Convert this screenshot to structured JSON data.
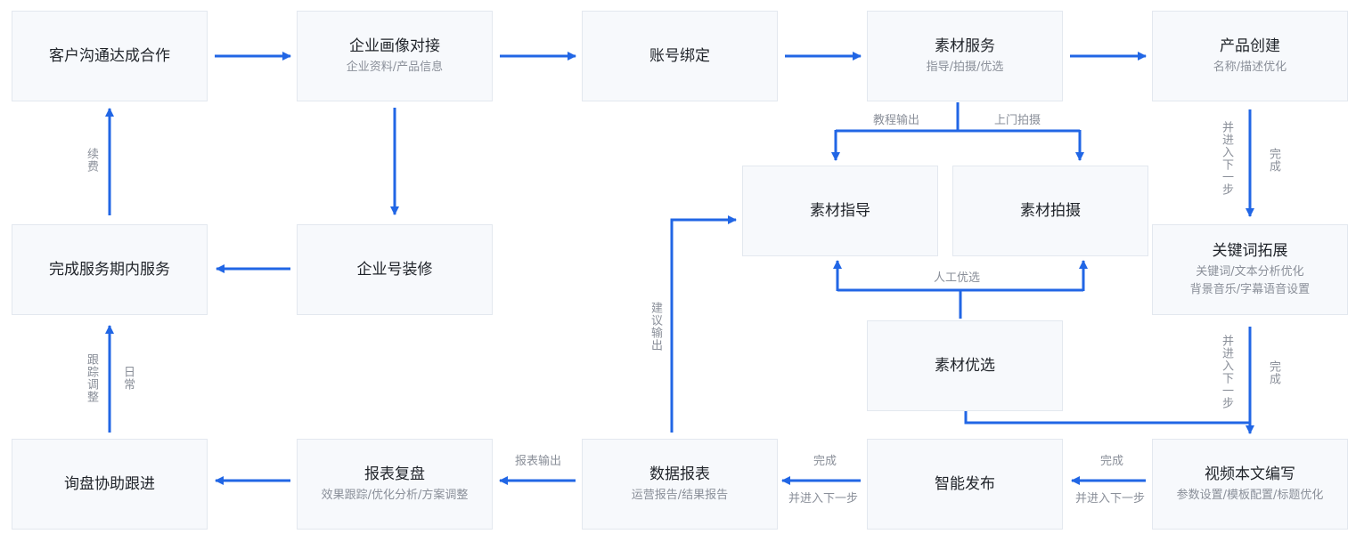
{
  "nodes": {
    "customer": {
      "title": "客户沟通达成合作"
    },
    "portrait": {
      "title": "企业画像对接",
      "sub": "企业资料/产品信息"
    },
    "account": {
      "title": "账号绑定"
    },
    "material_service": {
      "title": "素材服务",
      "sub": "指导/拍摄/优选"
    },
    "product": {
      "title": "产品创建",
      "sub": "名称/描述优化"
    },
    "complete_service": {
      "title": "完成服务期内服务"
    },
    "decoration": {
      "title": "企业号装修"
    },
    "guide": {
      "title": "素材指导"
    },
    "shoot": {
      "title": "素材拍摄"
    },
    "keyword": {
      "title": "关键词拓展",
      "sub1": "关键词/文本分析优化",
      "sub2": "背景音乐/字幕语音设置"
    },
    "select": {
      "title": "素材优选"
    },
    "inquiry": {
      "title": "询盘协助跟进"
    },
    "review": {
      "title": "报表复盘",
      "sub": "效果跟踪/优化分析/方案调整"
    },
    "report": {
      "title": "数据报表",
      "sub": "运营报告/结果报告"
    },
    "publish": {
      "title": "智能发布"
    },
    "video": {
      "title": "视频本文编写",
      "sub": "参数设置/模板配置/标题优化"
    }
  },
  "labels": {
    "tutorial": "教程输出",
    "onsite": "上门拍摄",
    "manual_select": "人工优选",
    "renew": "续费",
    "track_adjust": "跟踪调整",
    "daily": "日常",
    "suggest_output": "建议输出",
    "next_step": "并进入下一步",
    "complete": "完成",
    "report_output": "报表输出"
  },
  "colors": {
    "arrow": "#2166e5",
    "node_bg": "#f7f9fc",
    "node_border": "#e3e8ef"
  }
}
